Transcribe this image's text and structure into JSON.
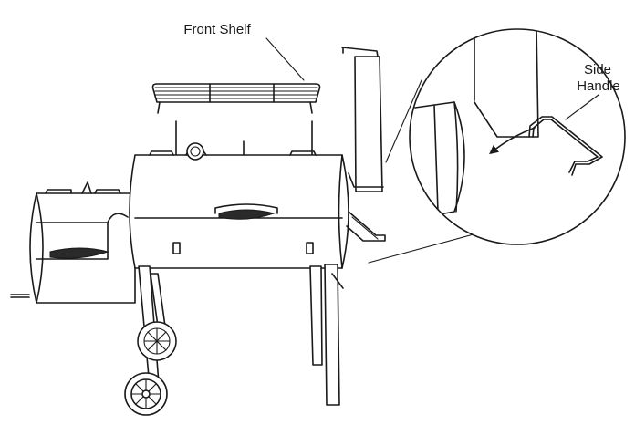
{
  "labels": {
    "front_shelf": "Front Shelf",
    "side_handle_line1": "Side",
    "side_handle_line2": "Handle"
  },
  "icons": {
    "smoker": "smoker-grill-icon",
    "shelf": "grate-shelf-icon",
    "handle": "side-handle-icon"
  }
}
